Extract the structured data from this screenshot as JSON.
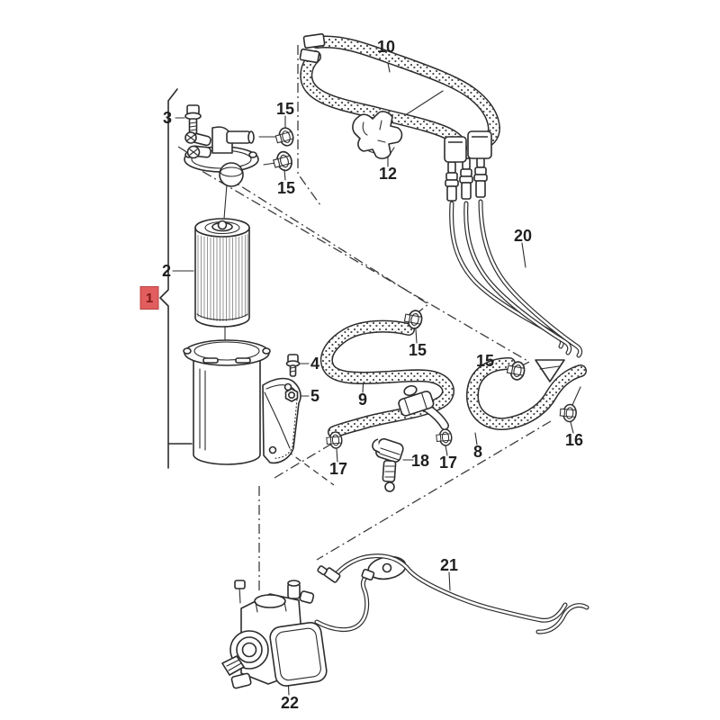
{
  "colors": {
    "highlight": "#e25d5d",
    "line": "#2d2d2d"
  },
  "callouts": [
    {
      "part": "3",
      "text": "3"
    },
    {
      "part": "15",
      "text": "15"
    },
    {
      "part": "15",
      "text": "15"
    },
    {
      "part": "10",
      "text": "10"
    },
    {
      "part": "12",
      "text": "12"
    },
    {
      "part": "20",
      "text": "20"
    },
    {
      "part": "2",
      "text": "2"
    },
    {
      "part": "1",
      "text": "1",
      "highlighted": true
    },
    {
      "part": "15",
      "text": "15"
    },
    {
      "part": "15",
      "text": "15"
    },
    {
      "part": "4",
      "text": "4"
    },
    {
      "part": "5",
      "text": "5"
    },
    {
      "part": "9",
      "text": "9"
    },
    {
      "part": "8",
      "text": "8"
    },
    {
      "part": "16",
      "text": "16"
    },
    {
      "part": "17",
      "text": "17"
    },
    {
      "part": "17",
      "text": "17"
    },
    {
      "part": "18",
      "text": "18"
    },
    {
      "part": "21",
      "text": "21"
    },
    {
      "part": "22",
      "text": "22"
    }
  ]
}
